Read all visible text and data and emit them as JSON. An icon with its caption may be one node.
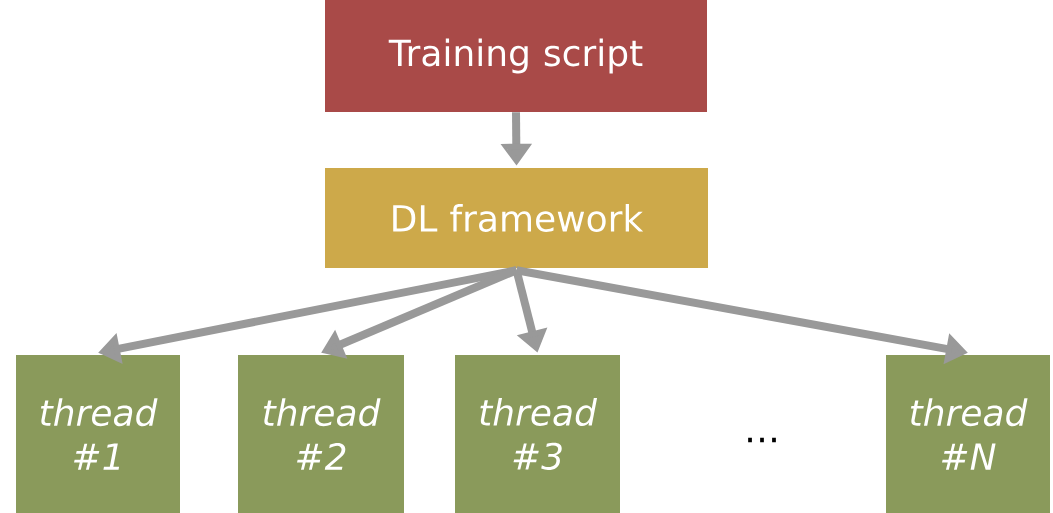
{
  "diagram": {
    "nodes": [
      {
        "text": [
          "Training script"
        ]
      },
      {
        "text": [
          "DL framework"
        ]
      },
      {
        "text": [
          "thread #1"
        ]
      },
      {
        "text": [
          "thread #2"
        ]
      },
      {
        "text": [
          "thread #3"
        ]
      },
      {
        "text": [
          "thread #N"
        ]
      }
    ],
    "edges": [
      {
        "from": 0,
        "to": 1,
        "arrow": "to"
      },
      {
        "from": 1,
        "to": 2,
        "arrow": "to"
      },
      {
        "from": 1,
        "to": 3,
        "arrow": "to"
      },
      {
        "from": 1,
        "to": 4,
        "arrow": "to"
      },
      {
        "from": 1,
        "to": 5,
        "arrow": "to"
      }
    ],
    "labels": [
      "…"
    ]
  }
}
